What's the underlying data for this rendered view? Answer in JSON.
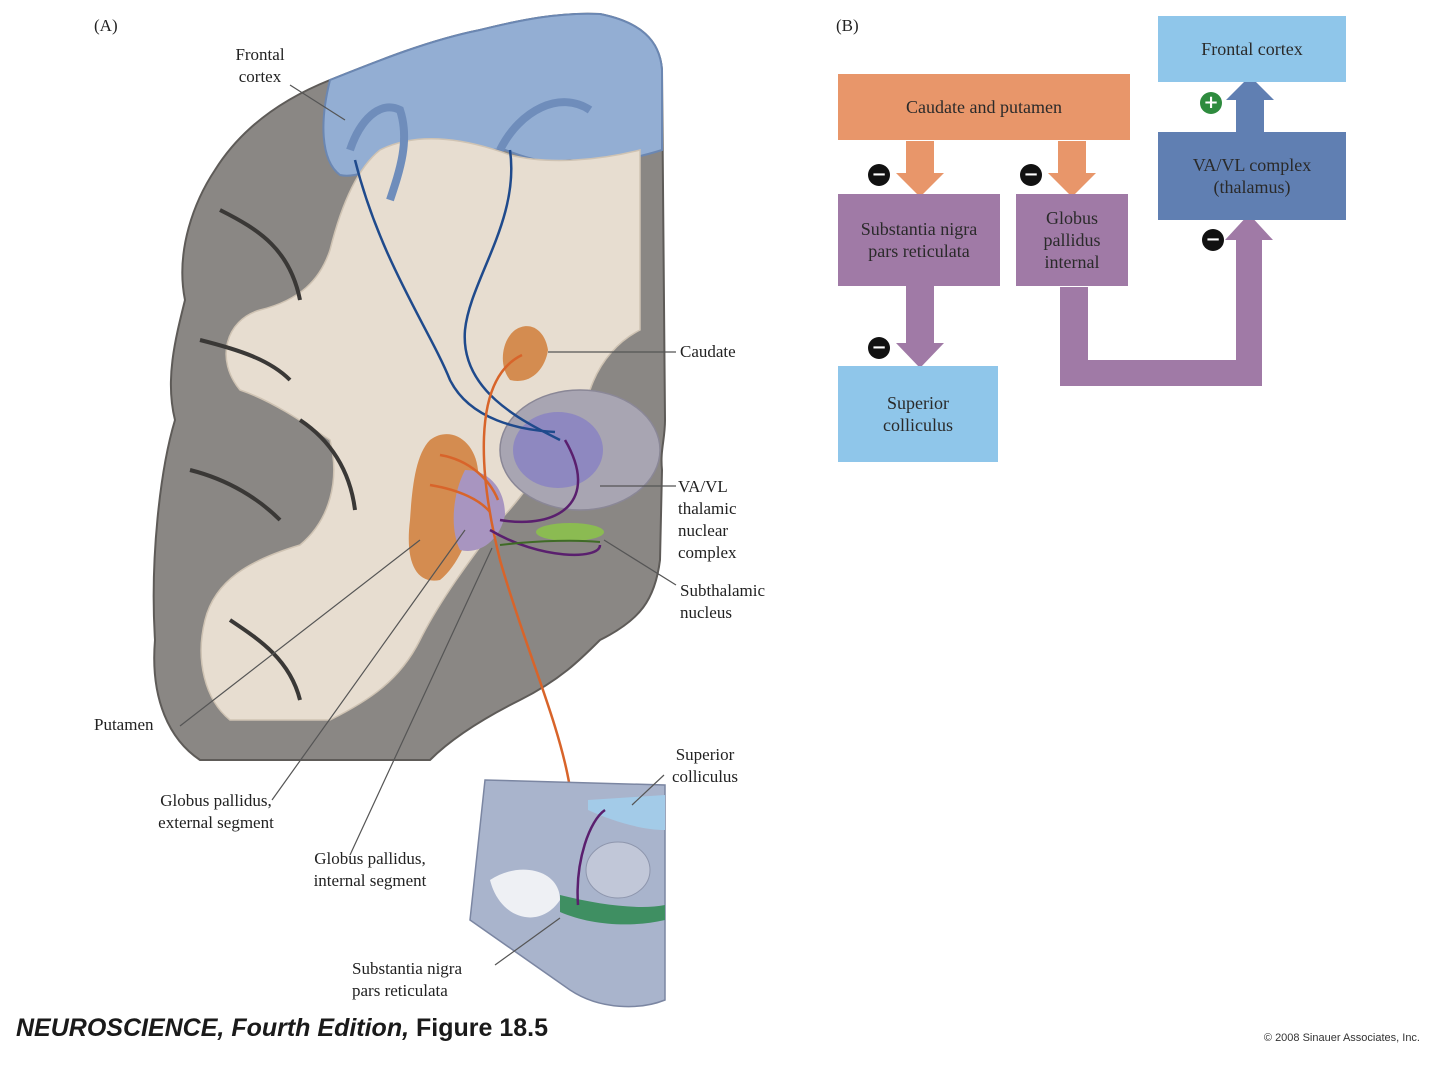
{
  "panels": {
    "a": "(A)",
    "b": "(B)"
  },
  "panel_a_labels": {
    "frontal_cortex": "Frontal\ncortex",
    "caudate": "Caudate",
    "vavl": "VA/VL\nthalamic\nnuclear\ncomplex",
    "subthalamic": "Subthalamic\nnucleus",
    "putamen": "Putamen",
    "gp_external": "Globus pallidus,\nexternal segment",
    "gp_internal": "Globus pallidus,\ninternal segment",
    "superior_colliculus": "Superior\ncolliculus",
    "snr": "Substantia nigra\npars reticulata"
  },
  "panel_b": {
    "caudate_putamen": "Caudate and putamen",
    "snr": "Substantia nigra\npars reticulata",
    "gpi": "Globus\npallidus\ninternal",
    "sc": "Superior\ncolliculus",
    "frontal": "Frontal cortex",
    "vavl": "VA/VL complex\n(thalamus)",
    "minus": "−",
    "plus": "+"
  },
  "caption": {
    "title": "NEUROSCIENCE",
    "edition": ", Fourth Edition, ",
    "figure": "Figure 18.5"
  },
  "copyright": "© 2008 Sinauer Associates, Inc.",
  "colors": {
    "orange": "#e8966a",
    "purple": "#a07aa6",
    "light_blue": "#8fc6ea",
    "slate_blue": "#607fb2",
    "green_plus": "#2e8b3e",
    "minus_black": "#111111"
  }
}
